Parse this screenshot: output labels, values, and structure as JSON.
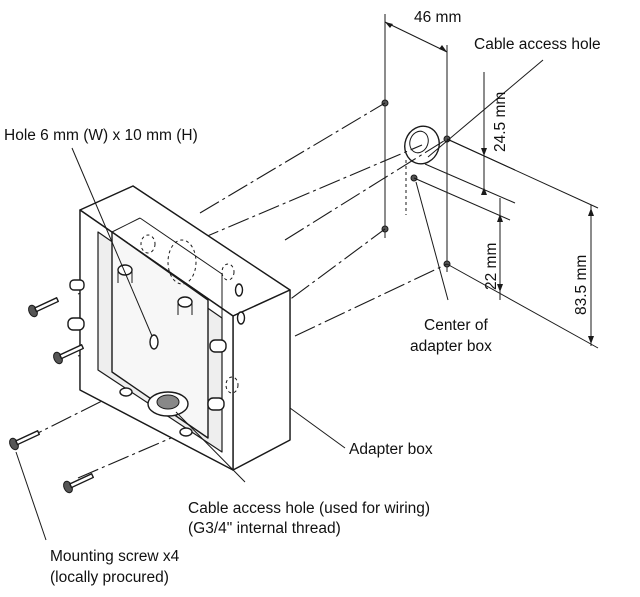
{
  "labels": {
    "dim_width": "46 mm",
    "cable_hole_top": "Cable access hole",
    "dim_24_5": "24.5 mm",
    "dim_22": "22 mm",
    "dim_83_5": "83.5 mm",
    "slot_hole": "Hole  6 mm (W) x 10 mm (H)",
    "center_line1": "Center of",
    "center_line2": "adapter box",
    "adapter_box": "Adapter box",
    "cable_wiring_line1": "Cable access hole (used for wiring)",
    "cable_wiring_line2": "(G3/4\" internal thread)",
    "screw_line1": "Mounting screw x4",
    "screw_line2": "(locally procured)"
  }
}
